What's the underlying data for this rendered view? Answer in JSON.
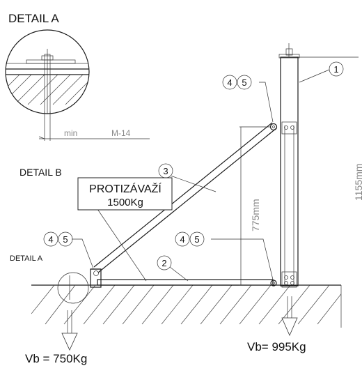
{
  "labels": {
    "detail_a_title": "DETAIL A",
    "detail_b_title": "DETAIL B",
    "detail_a_ref": "DETAIL A",
    "counterweight_title": "PROTIZÁVAŽÍ",
    "counterweight_mass": "1500Kg",
    "dim_min": "min",
    "dim_bolt": "M-14",
    "dim_height_total": "1155mm",
    "dim_height_brace": "775mm",
    "load_left": "Vb = 750Kg",
    "load_right": "Vb= 995Kg"
  },
  "callouts": [
    "1",
    "2",
    "3",
    "4",
    "5",
    "4",
    "5",
    "4",
    "5"
  ]
}
